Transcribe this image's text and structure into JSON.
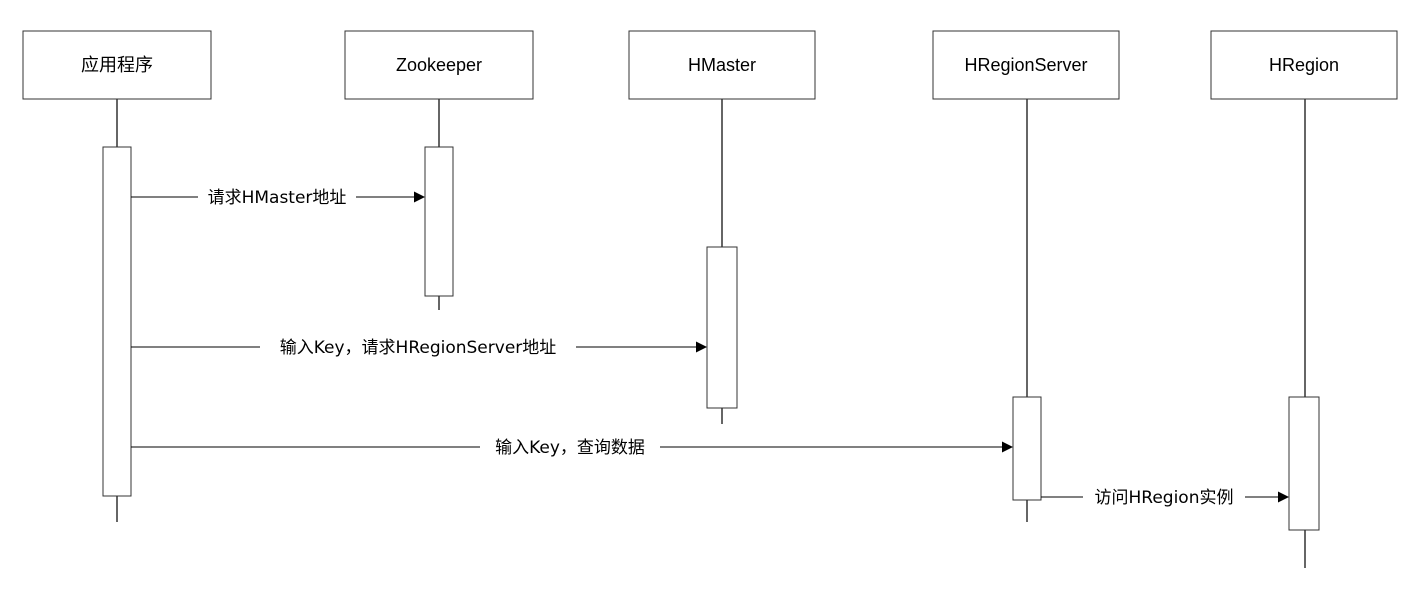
{
  "participants": [
    {
      "id": "app",
      "label": "应用程序"
    },
    {
      "id": "zk",
      "label": "Zookeeper"
    },
    {
      "id": "hm",
      "label": "HMaster"
    },
    {
      "id": "hrs",
      "label": "HRegionServer"
    },
    {
      "id": "hr",
      "label": "HRegion"
    }
  ],
  "messages": [
    {
      "from": "app",
      "to": "zk",
      "label": "请求HMaster地址"
    },
    {
      "from": "app",
      "to": "hm",
      "label": "输入Key，请求HRegionServer地址"
    },
    {
      "from": "app",
      "to": "hrs",
      "label": "输入Key，查询数据"
    },
    {
      "from": "hrs",
      "to": "hr",
      "label": "访问HRegion实例"
    }
  ]
}
